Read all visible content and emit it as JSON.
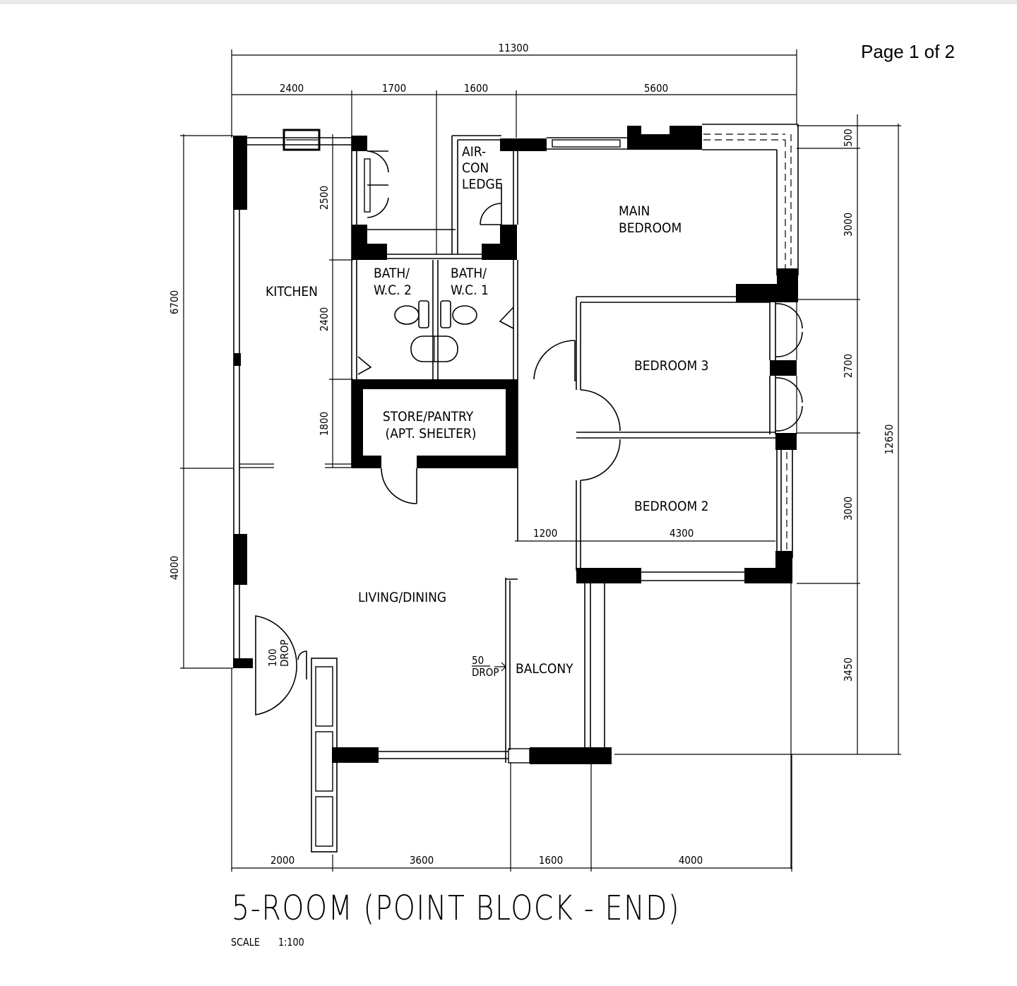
{
  "page": {
    "label": "Page 1 of 2"
  },
  "title": "5-ROOM (POINT BLOCK - END)",
  "scale": {
    "label": "SCALE",
    "value": "1:100"
  },
  "dimensions": {
    "top_overall": "11300",
    "top_segments": [
      "2400",
      "1700",
      "1600",
      "5600"
    ],
    "left": [
      "6700",
      "4000"
    ],
    "kitchen_side": [
      "2500",
      "2400",
      "1800"
    ],
    "right_inner": [
      "500",
      "3000",
      "2700",
      "3000",
      "3450"
    ],
    "right_overall": "12650",
    "bottom_segments": [
      "2000",
      "3600",
      "1600",
      "4000"
    ],
    "inner_bottom": [
      "1200",
      "4300"
    ]
  },
  "rooms": {
    "aircon": [
      "AIR-",
      "CON",
      "LEDGE"
    ],
    "main_bedroom": [
      "MAIN",
      "BEDROOM"
    ],
    "bath2": [
      "BATH/",
      "W.C. 2"
    ],
    "bath1": [
      "BATH/",
      "W.C. 1"
    ],
    "kitchen": "KITCHEN",
    "bedroom3": "BEDROOM 3",
    "store": [
      "STORE/PANTRY",
      "(APT. SHELTER)"
    ],
    "bedroom2": "BEDROOM 2",
    "living": "LIVING/DINING",
    "balcony": "BALCONY"
  },
  "annotations": {
    "entrance_drop": [
      "100",
      "DROP"
    ],
    "balcony_drop": [
      "50",
      "DROP"
    ]
  }
}
